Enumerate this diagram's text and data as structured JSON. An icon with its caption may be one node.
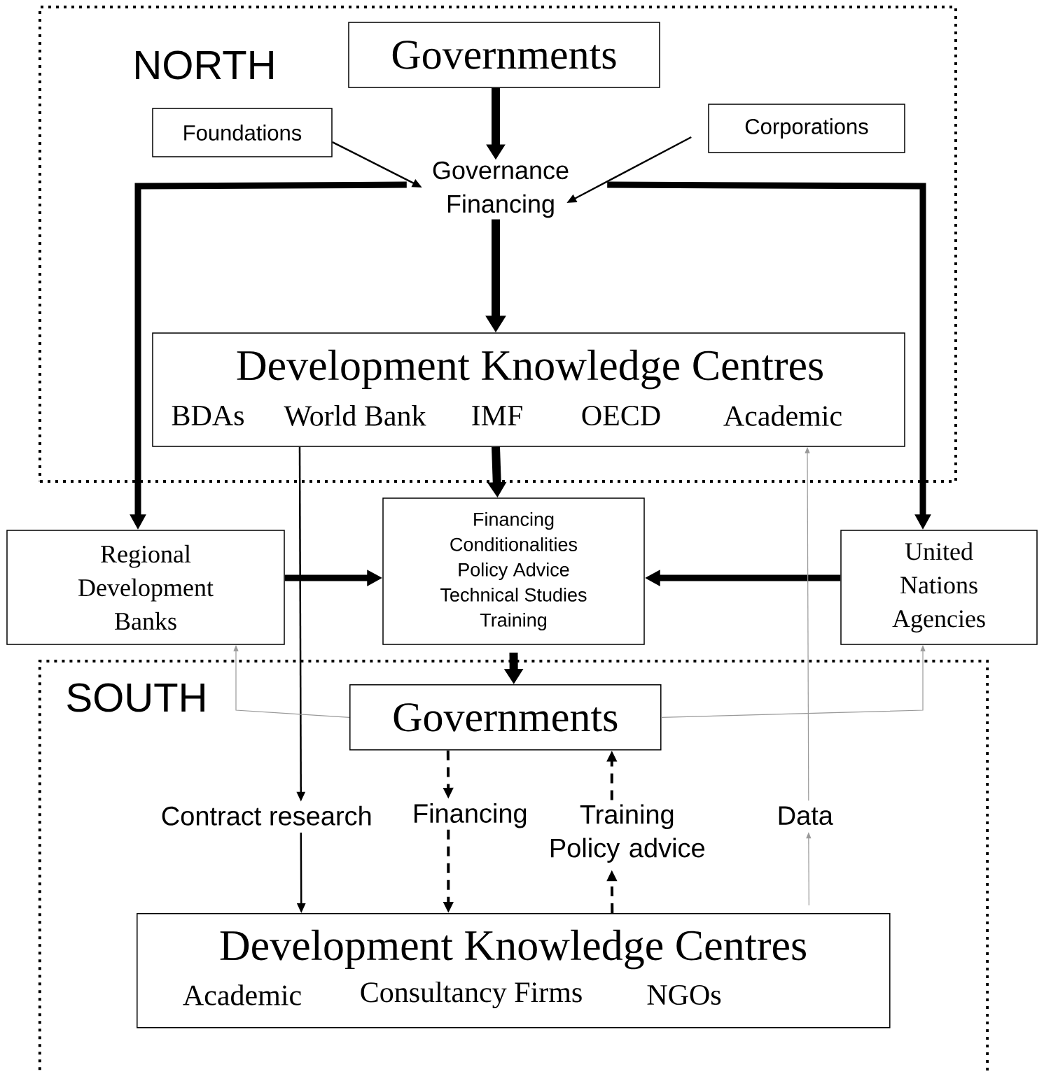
{
  "diagram": {
    "nodes": [
      {
        "text": [
          "NORTH"
        ]
      },
      {
        "text": [
          "Governments"
        ],
        "in": 0
      },
      {
        "text": [
          "Foundations"
        ],
        "in": 0
      },
      {
        "text": [
          "Corporations"
        ],
        "in": 0
      },
      {
        "text": [
          "Governance Financing"
        ],
        "in": 0
      },
      {
        "text": [
          "Development Knowledge Centres",
          "BDAs",
          "World Bank",
          "IMF",
          "OECD",
          "Academic"
        ],
        "in": 0
      },
      {
        "text": [
          "Regional Development Banks"
        ]
      },
      {
        "text": [
          "Financing",
          "Conditionalities",
          "Policy Advice",
          "Technical Studies",
          "Training"
        ]
      },
      {
        "text": [
          "United Nations Agencies"
        ]
      },
      {
        "text": [
          "SOUTH"
        ]
      },
      {
        "text": [
          "Governments"
        ],
        "in": 9
      },
      {
        "text": [
          "Contract research"
        ],
        "in": 9
      },
      {
        "text": [
          "Financing"
        ],
        "in": 9
      },
      {
        "text": [
          "Training Policy advice"
        ],
        "in": 9
      },
      {
        "text": [
          "Data"
        ],
        "in": 9
      },
      {
        "text": [
          "Development Knowledge Centres",
          "Academic",
          "Consultancy Firms",
          "NGOs"
        ],
        "in": 9
      }
    ],
    "edges": [
      {
        "from": 1,
        "to": 4,
        "arrow": "to",
        "style": "thick"
      },
      {
        "from": 2,
        "to": 4,
        "arrow": "to"
      },
      {
        "from": 3,
        "to": 4,
        "arrow": "to"
      },
      {
        "from": 4,
        "to": 6,
        "arrow": "to",
        "style": "thick"
      },
      {
        "from": 4,
        "to": 8,
        "arrow": "to",
        "style": "thick"
      },
      {
        "from": 4,
        "to": 5,
        "arrow": "to",
        "style": "thick"
      },
      {
        "from": 5,
        "to": 7,
        "arrow": "to",
        "style": "thick"
      },
      {
        "from": 6,
        "to": 7,
        "arrow": "to",
        "style": "thick"
      },
      {
        "from": 8,
        "to": 7,
        "arrow": "to",
        "style": "thick"
      },
      {
        "from": 7,
        "to": 10,
        "arrow": "to",
        "style": "thick"
      },
      {
        "from": 5,
        "to": 11,
        "arrow": "to"
      },
      {
        "from": 11,
        "to": 15,
        "arrow": "to"
      },
      {
        "from": 10,
        "to": 12,
        "arrow": "to",
        "style": "dashed"
      },
      {
        "from": 12,
        "to": 15,
        "arrow": "to",
        "style": "dashed"
      },
      {
        "from": 13,
        "to": 10,
        "arrow": "to",
        "style": "dashed"
      },
      {
        "from": 15,
        "to": 13,
        "arrow": "to",
        "style": "dashed"
      },
      {
        "from": 15,
        "to": 14,
        "arrow": "to",
        "color": "#999999"
      },
      {
        "from": 14,
        "to": 5,
        "arrow": "to",
        "color": "#999999"
      },
      {
        "from": 10,
        "to": 6,
        "arrow": "to",
        "color": "#999999"
      },
      {
        "from": 10,
        "to": 8,
        "arrow": "to",
        "color": "#999999"
      }
    ]
  }
}
